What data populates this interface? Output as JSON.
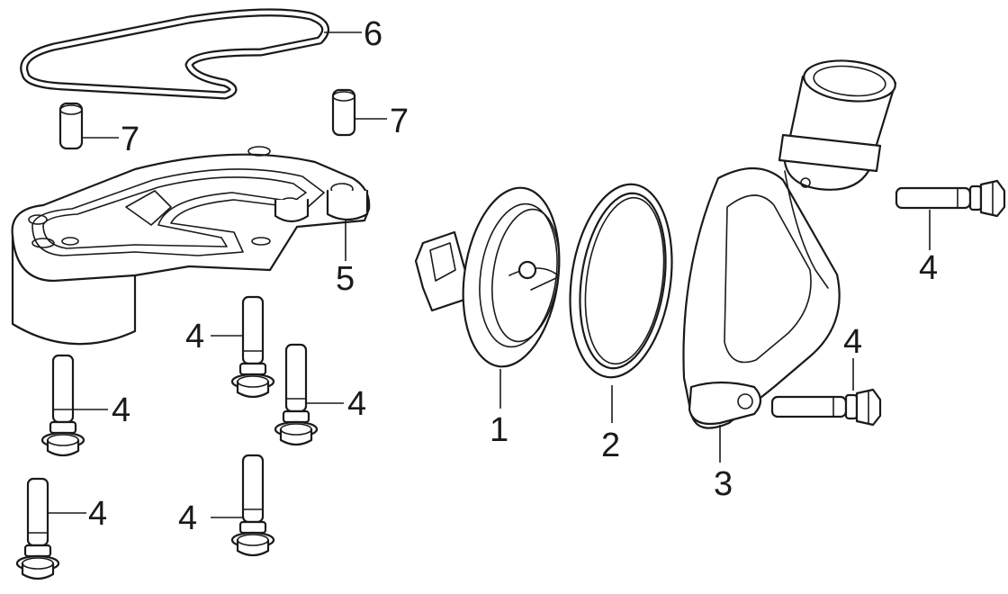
{
  "callouts": {
    "c1": "1",
    "c2": "2",
    "c3": "3",
    "c4": "4",
    "c5": "5",
    "c6": "6",
    "c7": "7"
  },
  "colors": {
    "line": "#1a1a1a",
    "background": "#ffffff",
    "shade": "#e9e9e9"
  }
}
